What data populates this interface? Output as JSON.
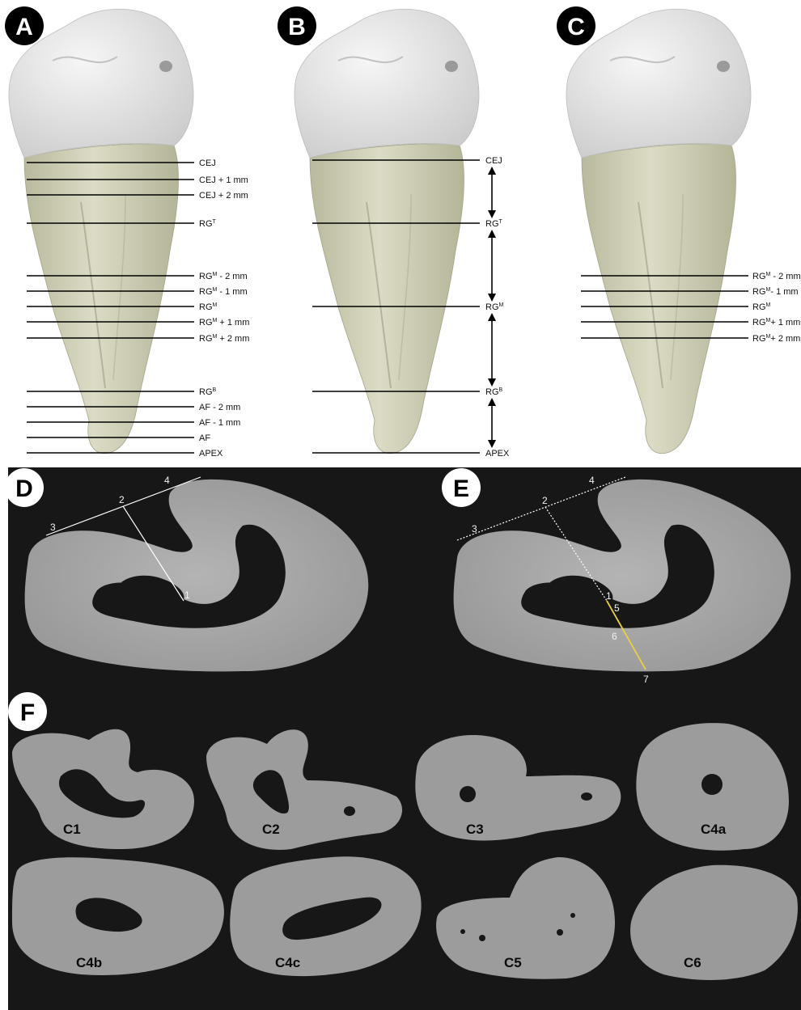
{
  "panels": {
    "A": "A",
    "B": "B",
    "C": "C",
    "D": "D",
    "E": "E",
    "F": "F"
  },
  "panel_a": {
    "levels": [
      {
        "base": "CEJ",
        "sup": "",
        "rest": ""
      },
      {
        "base": "CEJ + 1 mm",
        "sup": "",
        "rest": ""
      },
      {
        "base": "CEJ + 2 mm",
        "sup": "",
        "rest": ""
      },
      {
        "base": "RG",
        "sup": "T",
        "rest": ""
      },
      {
        "base": "RG",
        "sup": "M",
        "rest": " - 2 mm"
      },
      {
        "base": "RG",
        "sup": "M",
        "rest": " - 1 mm"
      },
      {
        "base": "RG",
        "sup": "M",
        "rest": ""
      },
      {
        "base": "RG",
        "sup": "M",
        "rest": " + 1 mm"
      },
      {
        "base": "RG",
        "sup": "M",
        "rest": " + 2 mm"
      },
      {
        "base": "RG",
        "sup": "B",
        "rest": ""
      },
      {
        "base": "AF - 2 mm",
        "sup": "",
        "rest": ""
      },
      {
        "base": "AF - 1 mm",
        "sup": "",
        "rest": ""
      },
      {
        "base": "AF",
        "sup": "",
        "rest": ""
      },
      {
        "base": "APEX",
        "sup": "",
        "rest": ""
      }
    ]
  },
  "panel_b": {
    "levels": [
      {
        "base": "CEJ",
        "sup": "",
        "rest": ""
      },
      {
        "base": "RG",
        "sup": "T",
        "rest": ""
      },
      {
        "base": "RG",
        "sup": "M",
        "rest": ""
      },
      {
        "base": "RG",
        "sup": "B",
        "rest": ""
      },
      {
        "base": "APEX",
        "sup": "",
        "rest": ""
      }
    ]
  },
  "panel_c": {
    "levels": [
      {
        "base": "RG",
        "sup": "M",
        "rest": " - 2 mm"
      },
      {
        "base": "RG",
        "sup": "M",
        "rest": "- 1 mm"
      },
      {
        "base": "RG",
        "sup": "M",
        "rest": ""
      },
      {
        "base": "RG",
        "sup": "M",
        "rest": "+ 1 mm"
      },
      {
        "base": "RG",
        "sup": "M",
        "rest": "+ 2 mm"
      }
    ]
  },
  "panel_d": {
    "points": [
      "1",
      "2",
      "3",
      "4"
    ]
  },
  "panel_e": {
    "points": [
      "1",
      "2",
      "3",
      "4",
      "5",
      "6",
      "7"
    ]
  },
  "panel_f": {
    "sections": [
      "C1",
      "C2",
      "C3",
      "C4a",
      "C4b",
      "C4c",
      "C5",
      "C6"
    ]
  },
  "colors": {
    "crown": "#e8e8e8",
    "root": "#cfcfb5",
    "section_fill": "#9c9c9c",
    "dark_background": "#171717",
    "measure_line": "#e8d040"
  }
}
